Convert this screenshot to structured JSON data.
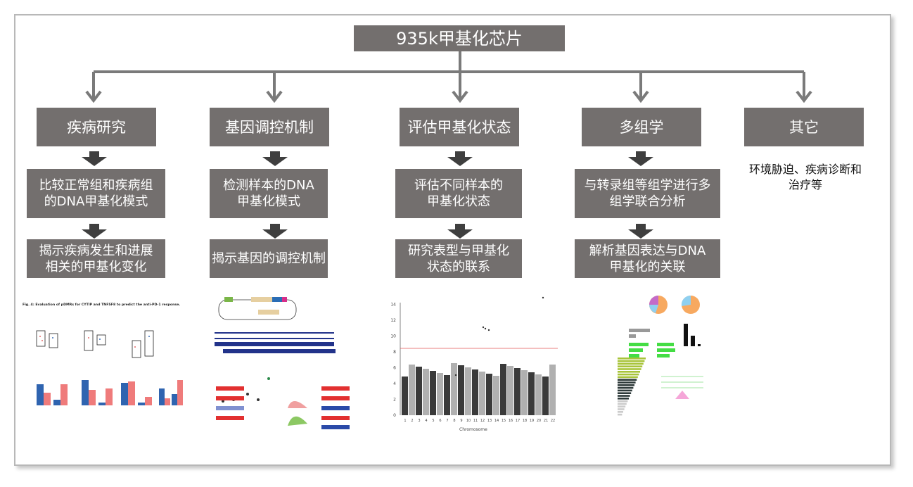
{
  "title": "935k甲基化芯片",
  "columns": [
    {
      "category": "疾病研究",
      "step1": "比较正常组和疾病组的DNA甲基化模式",
      "step1_lines": [
        "比较正常组和疾病组",
        "的DNA甲基化模式"
      ],
      "step2_lines": [
        "揭示疾病发生和进展",
        "相关的甲基化变化"
      ]
    },
    {
      "category": "基因调控机制",
      "step1_lines": [
        "检测样本的DNA",
        "甲基化模式"
      ],
      "step2_lines": [
        "揭示基因的调控机制"
      ]
    },
    {
      "category": "评估甲基化状态",
      "step1_lines": [
        "评估不同样本的",
        "甲基化状态"
      ],
      "step2_lines": [
        "研究表型与甲基化",
        "状态的联系"
      ]
    },
    {
      "category": "多组学",
      "step1_lines": [
        "与转录组等组学进行多",
        "组学联合分析"
      ],
      "step2_lines": [
        "解析基因表达与DNA",
        "甲基化的关联"
      ]
    },
    {
      "category": "其它",
      "note_lines": [
        "环境胁迫、疾病诊断和",
        "治疗等"
      ]
    }
  ],
  "thumbnails": {
    "fig1_title": "Fig. 4: Evaluation of pDMRs for CYTIP and TNFSF8 to predict the anti-PD-1 response.",
    "manhattan_xlabel": "Chromosome",
    "manhattan_yticks": [
      "0",
      "2",
      "4",
      "6",
      "8",
      "10",
      "12",
      "14"
    ]
  },
  "colors": {
    "box": "#736f6e",
    "arrow": "#7a7a7a",
    "block_arrow": "#3f3f3f"
  }
}
